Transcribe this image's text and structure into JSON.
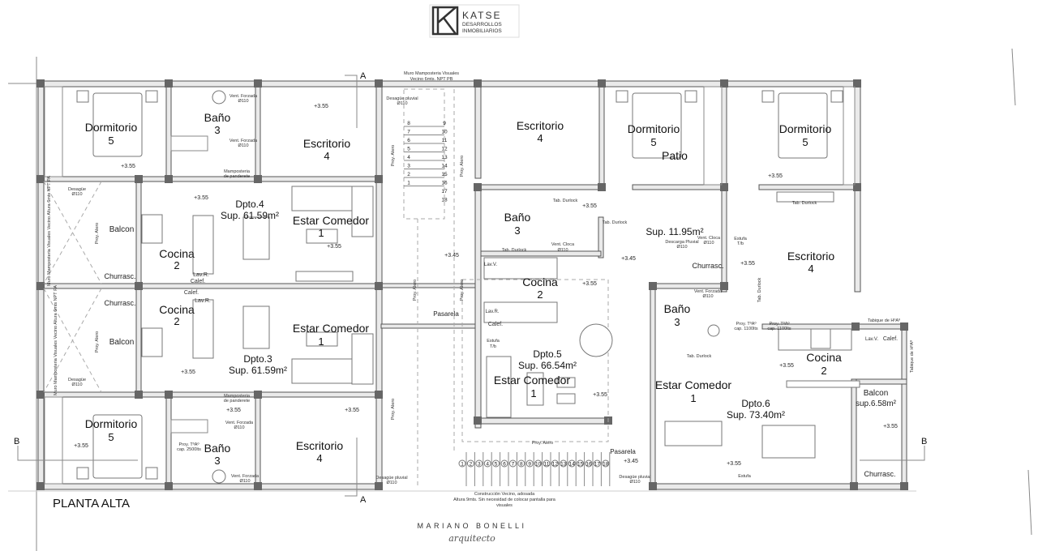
{
  "logo": {
    "brand": "KATSE",
    "line1": "DESARROLLOS",
    "line2": "INMOBILIARIOS"
  },
  "title": "PLANTA ALTA",
  "footer": {
    "architect": "MARIANO BONELLI",
    "role": "arquitecto"
  },
  "section_marks": {
    "a": "A",
    "b": "B"
  },
  "units": [
    {
      "name": "Dpto.4",
      "area": "Sup. 61.59m²"
    },
    {
      "name": "Dpto.3",
      "area": "Sup. 61.59m²"
    },
    {
      "name": "Dpto.5",
      "area": "Sup. 66.54m²"
    },
    {
      "name": "Dpto.6",
      "area": "Sup. 73.40m²"
    }
  ],
  "rooms": {
    "estar": "Estar Comedor",
    "cocina": "Cocina",
    "bano": "Baño",
    "escritorio": "Escritorio",
    "dormitorio": "Dormitorio",
    "balcon": "Balcon",
    "churrasc": "Churrasc.",
    "patio": "Patio",
    "patio_area": "Sup. 11.95m²",
    "balcon_area": "sup.6.58m²",
    "pasarela": "Pasarela",
    "n1": "1",
    "n2": "2",
    "n3": "3",
    "n4": "4",
    "n5": "5"
  },
  "levels": {
    "l355": "+3.55",
    "l345": "+3.45"
  },
  "notes": {
    "muro_top": "Muro Mamposteria Visuales",
    "muro_top2": "Vecino 6mts. NPT PB",
    "muro_side": "Muro Mamposteria Visuales Vecino Altura 6mts NPT PA",
    "desague_pluvial": "Desagüe pluvial",
    "d110": "Ø110",
    "desague": "Desagüe",
    "vent_forzada": "Vent. Forzada",
    "vent_cloaca": "Vent. Cloca",
    "descarga_pluvial": "Descarga Pluvial",
    "mamposteria": "Mamposteria",
    "de_panderete": "de panderete",
    "tab_durlock": "Tab. Durlock",
    "proy_alero": "Proy. Alero",
    "lav_r": "Lav.R.",
    "lav_v": "Lav.V.",
    "calef": "Calef.",
    "estufa": "Estufa",
    "tb": "T/b",
    "proy_tag": "Proy. TºAº",
    "cap2500": "cap. 2500lts",
    "proy_taf": "Proy. TºAº",
    "proy_tar": "Proy. TºAº",
    "cap1100": "cap. 1100lts",
    "tabique_ha": "Tabique de HºAº",
    "vecino1": "Construcción Vecino, adosada",
    "vecino2": "Altura 9mts. Sin necesidad de colocar pantalla para",
    "vecino3": "visuales"
  },
  "stairs_top": [
    "8",
    "7",
    "6",
    "5",
    "4",
    "3",
    "2",
    "1",
    "9",
    "10",
    "11",
    "12",
    "13",
    "14",
    "15",
    "16",
    "17",
    "18"
  ],
  "stairs_bottom": [
    "1",
    "2",
    "3",
    "4",
    "5",
    "6",
    "7",
    "8",
    "9",
    "10",
    "11",
    "12",
    "13",
    "14",
    "15",
    "16",
    "17",
    "18"
  ]
}
